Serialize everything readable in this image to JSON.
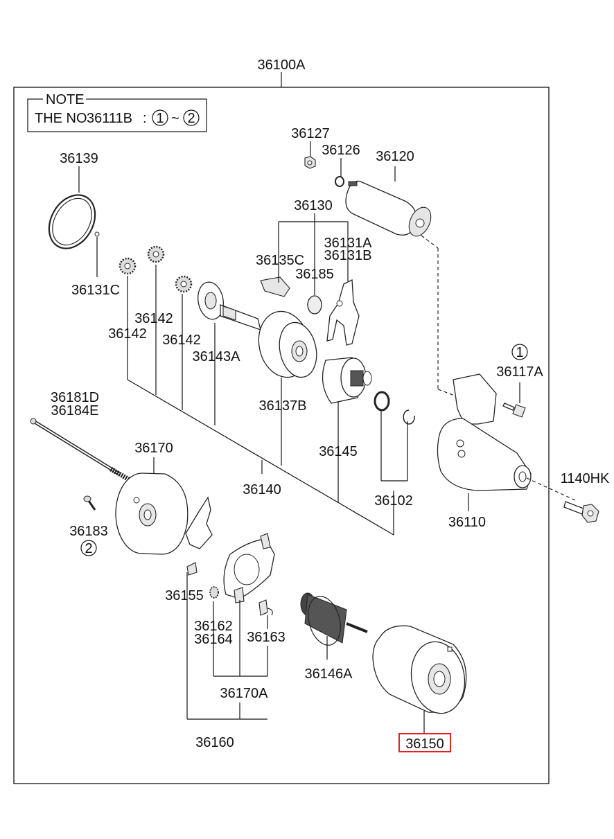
{
  "assembly_label": "36100A",
  "note": {
    "title": "NOTE",
    "prefix": "THE NO",
    "part": "36111B",
    "colon": ":",
    "range_start": "1",
    "range_sep": "~",
    "range_end": "2"
  },
  "parts": {
    "p36127": "36127",
    "p36126": "36126",
    "p36120": "36120",
    "p36139": "36139",
    "p36130": "36130",
    "p36131A": "36131A",
    "p36131B": "36131B",
    "p36135C": "36135C",
    "p36185": "36185",
    "p36131C": "36131C",
    "p36142_a": "36142",
    "p36142_b": "36142",
    "p36142_c": "36142",
    "p36143A": "36143A",
    "circle1": "1",
    "p36117A": "36117A",
    "p36137B": "36137B",
    "p36181D": "36181D",
    "p36184E": "36184E",
    "p36145": "36145",
    "p36170": "36170",
    "p1140HK": "1140HK",
    "p36140": "36140",
    "p36102": "36102",
    "p36110": "36110",
    "p36183": "36183",
    "circle2": "2",
    "p36155": "36155",
    "p36162": "36162",
    "p36164": "36164",
    "p36163": "36163",
    "p36146A": "36146A",
    "p36170A": "36170A",
    "p36160": "36160",
    "p36150": "36150"
  },
  "highlight_color": "#e0202a"
}
